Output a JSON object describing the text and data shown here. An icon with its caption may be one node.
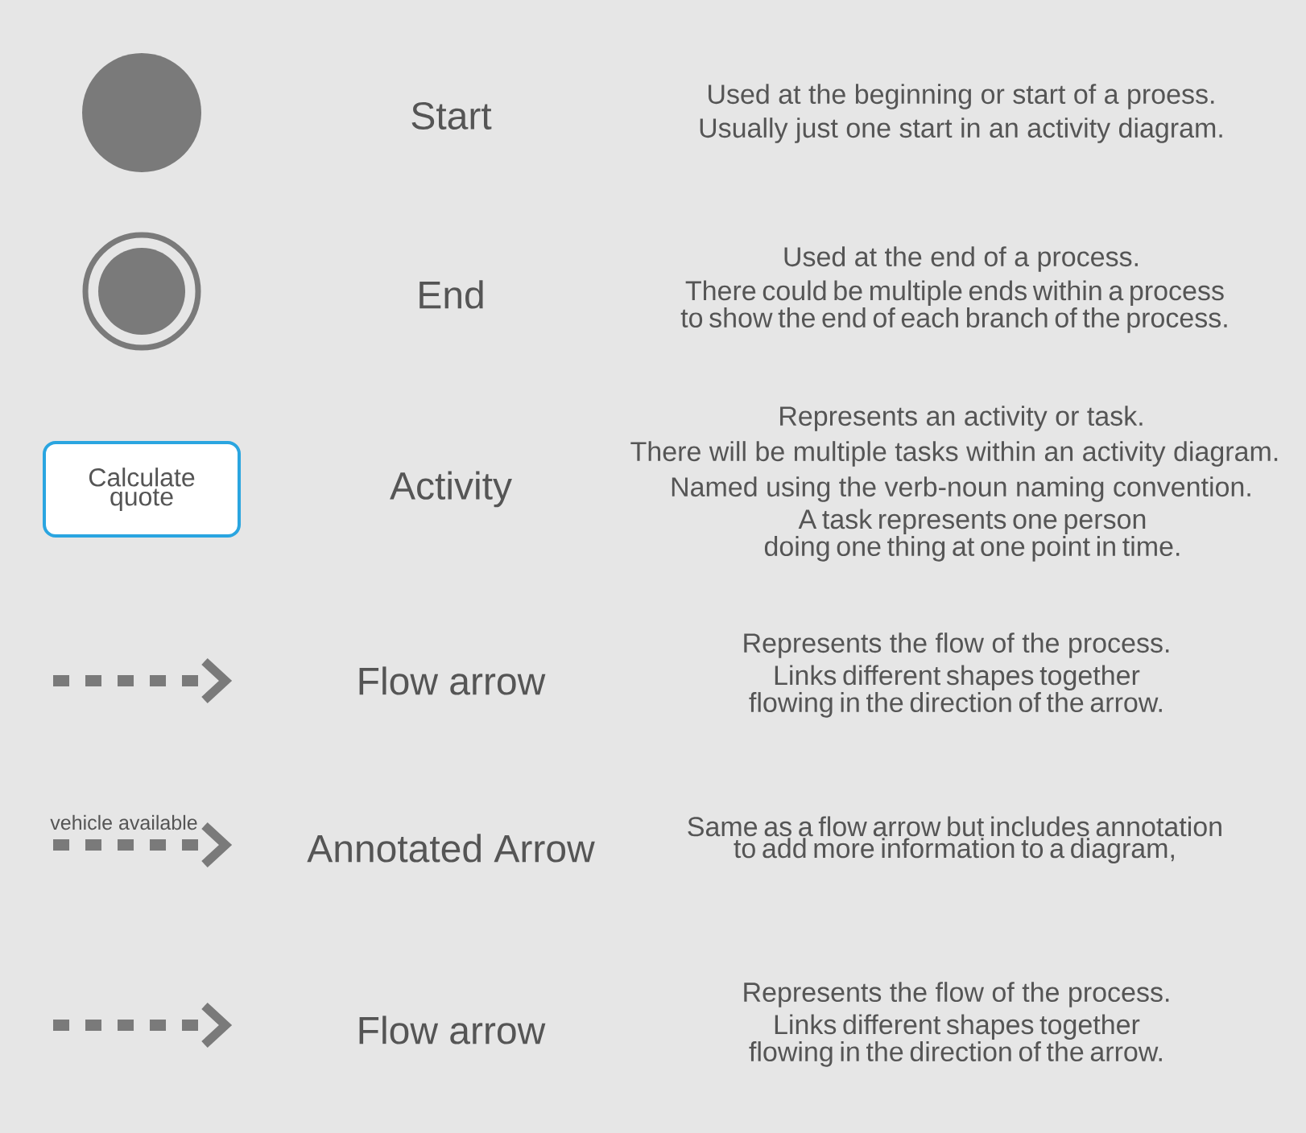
{
  "diagram": {
    "nodes": [
      {
        "text": [],
        "shape": "circle"
      },
      {
        "text": [],
        "shape": "circle"
      },
      {
        "text": [
          "Calculate quote"
        ]
      }
    ],
    "labels": [
      "Start",
      "Used at the beginning or start of a proess.",
      "Usually just one start in an activity diagram.",
      "End",
      "Used at the end of a process.",
      "There could be multiple ends within a process to show the end of each branch of the process.",
      "Activity",
      "Represents an activity or task.",
      "There will be multiple tasks within an activity diagram.",
      "Named using the verb-noun naming convention.",
      "A task represents one person doing one thing at one point in time.",
      "Flow arrow",
      "Represents the flow of the process.",
      "Links different shapes together flowing in the direction of the arrow.",
      "vehicle available",
      "Annotated Arrow",
      "Same as a flow arrow but includes annotation to add more information to a diagram,",
      "Flow arrow",
      "Represents the flow of the process.",
      "Links different shapes together flowing in the direction of the arrow."
    ]
  }
}
